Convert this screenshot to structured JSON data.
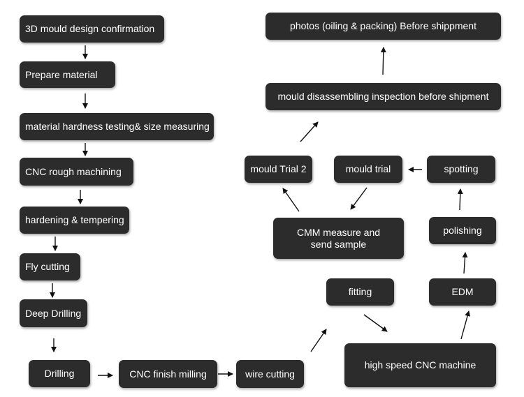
{
  "steps": {
    "design": "3D mould design confirmation",
    "prepare": "Prepare material",
    "hardness": "material hardness testing& size measuring",
    "cnc_rough": "CNC rough machining",
    "hardening": "hardening & tempering",
    "fly_cutting": "Fly cutting",
    "deep_drilling": "Deep Drilling",
    "drilling": "Drilling",
    "cnc_finish": "CNC finish milling",
    "wire_cutting": "wire cutting",
    "fitting": "fitting",
    "high_speed": "high speed CNC machine",
    "edm": "EDM",
    "polishing": "polishing",
    "spotting": "spotting",
    "mould_trial": "mould trial",
    "cmm_line1": "CMM measure and",
    "cmm_line2": "send sample",
    "mould_trial_2": "mould Trial 2",
    "disassembling": "mould disassembling inspection before shipment",
    "photos": "photos (oiling & packing) Before shippment"
  },
  "colors": {
    "box": "#2c2c2c",
    "text": "#ffffff",
    "arrow": "#111111"
  }
}
